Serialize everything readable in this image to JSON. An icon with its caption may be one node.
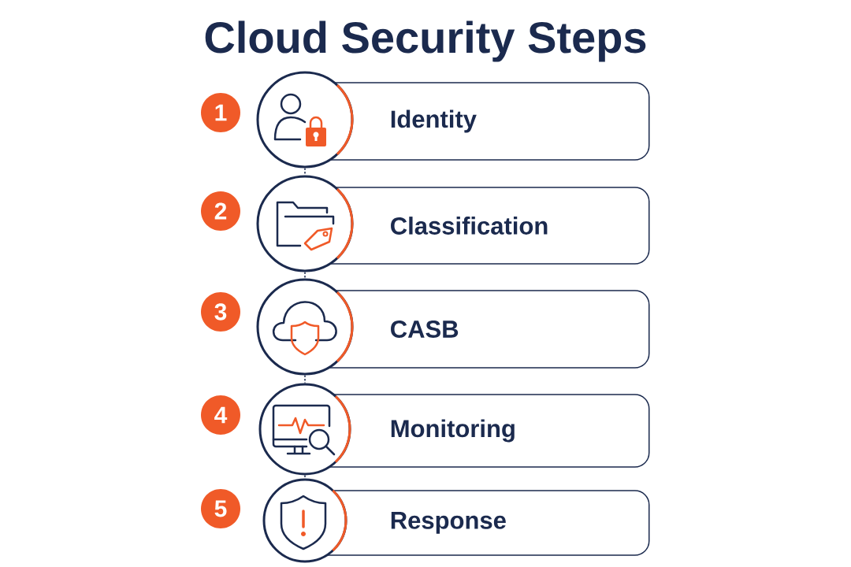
{
  "diagram": {
    "title": "Cloud Security Steps",
    "nodes": [
      {
        "text": [
          "1"
        ]
      },
      {
        "text": [],
        "shape": "circle"
      },
      {
        "text": [
          "Identity"
        ]
      },
      {
        "text": [
          "2"
        ]
      },
      {
        "text": [],
        "shape": "circle"
      },
      {
        "text": [
          "Classification"
        ]
      },
      {
        "text": [
          "3"
        ]
      },
      {
        "text": [],
        "shape": "circle"
      },
      {
        "text": [
          "CASB"
        ]
      },
      {
        "text": [
          "4"
        ]
      },
      {
        "text": [],
        "shape": "circle"
      },
      {
        "text": [
          "Monitoring"
        ]
      },
      {
        "text": [
          "5"
        ]
      },
      {
        "text": [],
        "shape": "circle"
      },
      {
        "text": [
          "Response"
        ]
      }
    ],
    "edges": [
      {
        "from": 1,
        "to": 4,
        "arrow": "none",
        "style": "dashed"
      },
      {
        "from": 4,
        "to": 7,
        "arrow": "none",
        "style": "dashed"
      },
      {
        "from": 7,
        "to": 10,
        "arrow": "none",
        "style": "dashed"
      },
      {
        "from": 10,
        "to": 13,
        "arrow": "none",
        "style": "dashed"
      }
    ]
  }
}
